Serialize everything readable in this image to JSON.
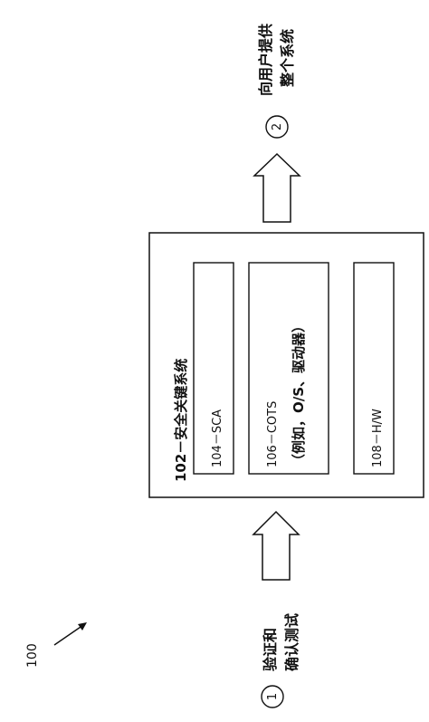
{
  "figure": {
    "ref_label": "100",
    "step_before": {
      "number": "1",
      "line1": "验证和",
      "line2": "确认测试"
    },
    "step_after": {
      "number": "2",
      "line1": "向用户提供",
      "line2": "整个系统"
    },
    "system": {
      "title": "102－安全关键系统",
      "components": [
        {
          "label": "104－SCA"
        },
        {
          "label": "106－COTS",
          "sub": "（例如，O/S、驱动器）"
        },
        {
          "label": "108－H/W"
        }
      ]
    }
  }
}
